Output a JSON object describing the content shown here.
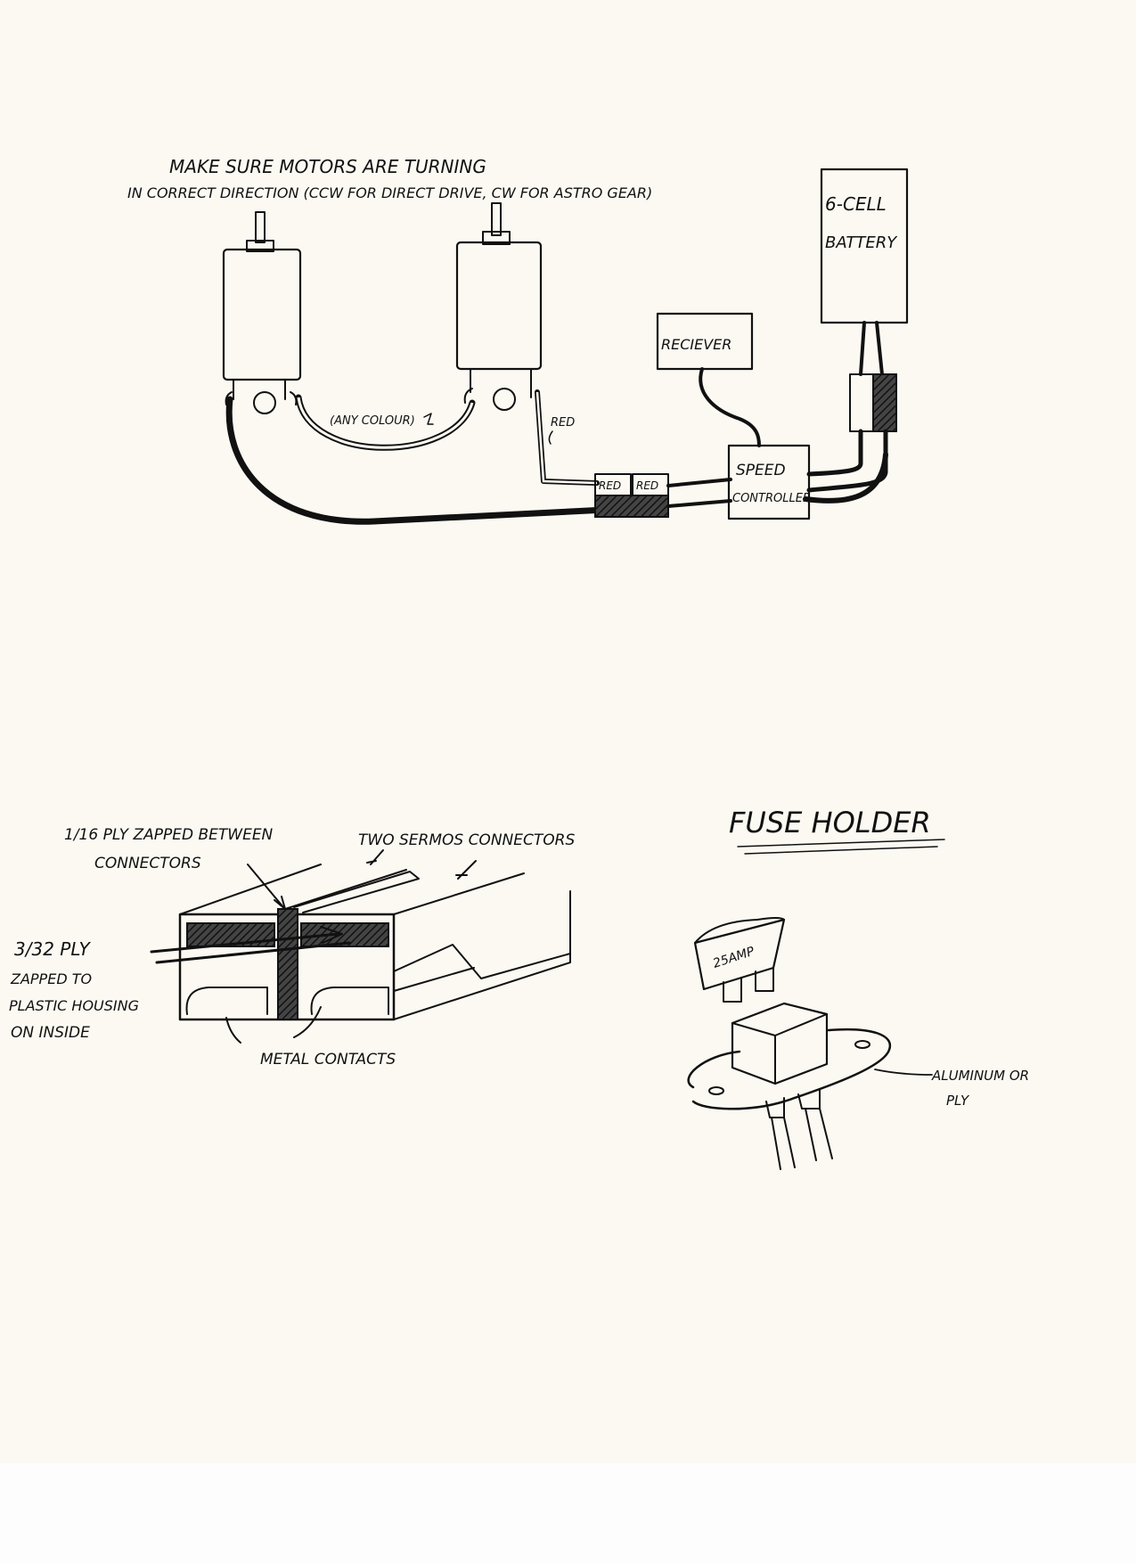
{
  "wiring": {
    "note_line1": "MAKE SURE MOTORS ARE TURNING",
    "note_line2": "IN CORRECT DIRECTION (CCW FOR DIRECT DRIVE, CW FOR ASTRO GEAR)",
    "battery_line1": "6-CELL",
    "battery_line2": "BATTERY",
    "receiver": "RECIEVER",
    "speed_line1": "SPEED",
    "speed_line2": "CONTROLLER",
    "any_colour": "(ANY COLOUR)",
    "red_wire": "RED",
    "red_left": "RED",
    "red_right": "RED"
  },
  "connector": {
    "label_ply_line1": "1/16 PLY ZAPPED BETWEEN",
    "label_ply_line2": "CONNECTORS",
    "label_two": "TWO SERMOS CONNECTORS",
    "label_332_line1": "3/32 PLY",
    "label_332_line2": "ZAPPED TO",
    "label_332_line3": "PLASTIC HOUSING",
    "label_332_line4": "ON INSIDE",
    "label_metal": "METAL CONTACTS"
  },
  "fuse": {
    "title": "FUSE HOLDER",
    "fuse_rating": "25AMP",
    "plate_line1": "ALUMINUM OR",
    "plate_line2": "PLY"
  },
  "colors": {
    "ink": "#111111",
    "paper": "#fbf9f2"
  }
}
